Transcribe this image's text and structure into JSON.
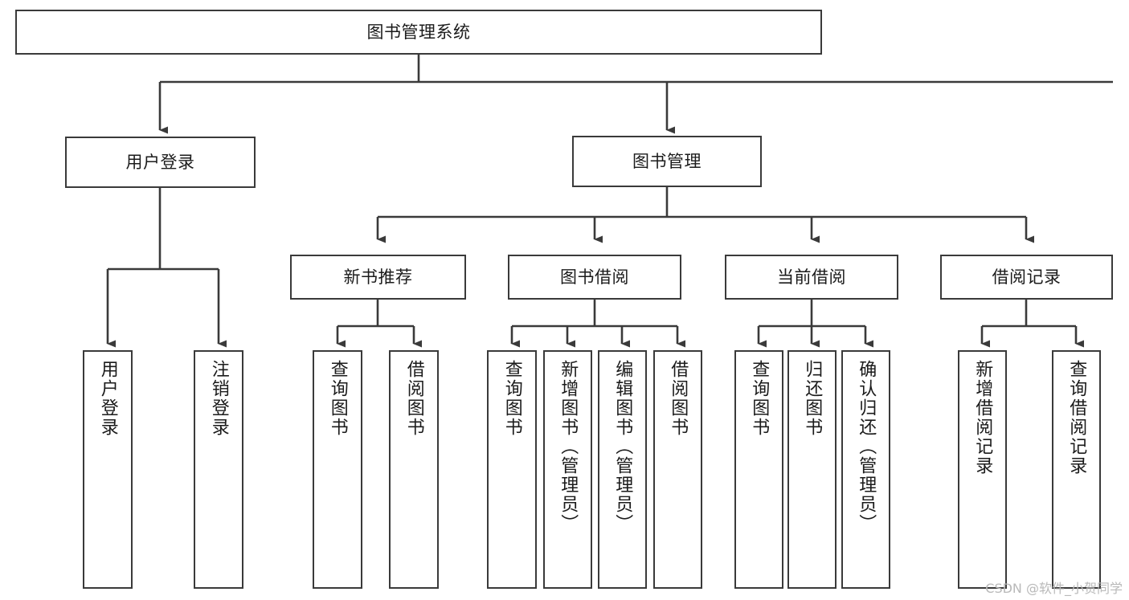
{
  "diagram": {
    "type": "tree",
    "title": "图书管理系统",
    "watermark": "CSDN @软件_小贺同学",
    "colors": {
      "box_border": "#3a3a3a",
      "box_fill": "#ffffff",
      "connector": "#3a3a3a",
      "text": "#1b1b1b",
      "watermark": "#b9b9b9",
      "background": "#ffffff"
    },
    "nodes": {
      "root": {
        "label": "图书管理系统",
        "orientation": "horizontal"
      },
      "l1": [
        {
          "id": "user-login",
          "label": "用户登录",
          "orientation": "horizontal"
        },
        {
          "id": "book-manage",
          "label": "图书管理",
          "orientation": "horizontal"
        }
      ],
      "l2": [
        {
          "id": "new-book-recommend",
          "label": "新书推荐",
          "orientation": "horizontal"
        },
        {
          "id": "book-borrow",
          "label": "图书借阅",
          "orientation": "horizontal"
        },
        {
          "id": "current-borrow",
          "label": "当前借阅",
          "orientation": "horizontal"
        },
        {
          "id": "borrow-record",
          "label": "借阅记录",
          "orientation": "horizontal"
        }
      ],
      "leaves": [
        {
          "id": "leaf-user-login",
          "label": "用户登录",
          "parent": "user-login",
          "orientation": "vertical"
        },
        {
          "id": "leaf-user-logout",
          "label": "注销登录",
          "parent": "user-login",
          "orientation": "vertical"
        },
        {
          "id": "leaf-query-book-1",
          "label": "查询图书",
          "parent": "new-book-recommend",
          "orientation": "vertical"
        },
        {
          "id": "leaf-borrow-book-1",
          "label": "借阅图书",
          "parent": "new-book-recommend",
          "orientation": "vertical"
        },
        {
          "id": "leaf-query-book-2",
          "label": "查询图书",
          "parent": "book-borrow",
          "orientation": "vertical"
        },
        {
          "id": "leaf-add-book",
          "label": "新增图书（管理员）",
          "parent": "book-borrow",
          "orientation": "vertical"
        },
        {
          "id": "leaf-edit-book",
          "label": "编辑图书（管理员）",
          "parent": "book-borrow",
          "orientation": "vertical"
        },
        {
          "id": "leaf-borrow-book-2",
          "label": "借阅图书",
          "parent": "book-borrow",
          "orientation": "vertical"
        },
        {
          "id": "leaf-query-book-3",
          "label": "查询图书",
          "parent": "current-borrow",
          "orientation": "vertical"
        },
        {
          "id": "leaf-return-book",
          "label": "归还图书",
          "parent": "current-borrow",
          "orientation": "vertical"
        },
        {
          "id": "leaf-confirm-return",
          "label": "确认归还（管理员）",
          "parent": "current-borrow",
          "orientation": "vertical"
        },
        {
          "id": "leaf-add-record",
          "label": "新增借阅记录",
          "parent": "borrow-record",
          "orientation": "vertical"
        },
        {
          "id": "leaf-query-record",
          "label": "查询借阅记录",
          "parent": "borrow-record",
          "orientation": "vertical"
        }
      ]
    }
  }
}
